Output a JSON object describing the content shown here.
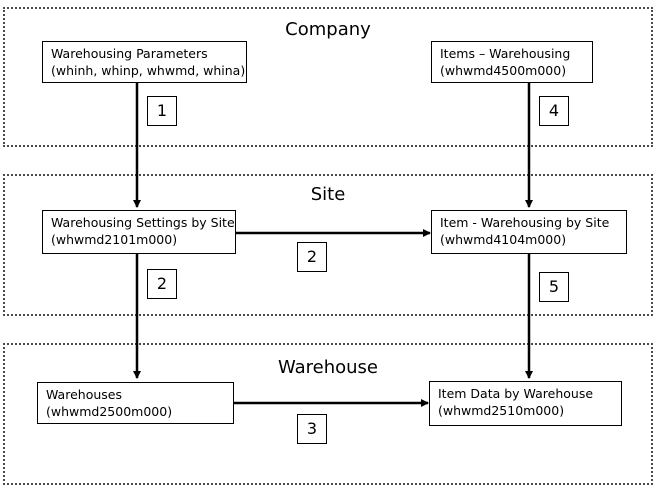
{
  "zones": {
    "company": {
      "title": "Company"
    },
    "site": {
      "title": "Site"
    },
    "warehouse": {
      "title": "Warehouse"
    }
  },
  "boxes": {
    "warehousing_parameters": {
      "line1": "Warehousing Parameters",
      "line2": "(whinh, whinp, whwmd, whina)"
    },
    "items_warehousing": {
      "line1": "Items – Warehousing",
      "line2": "(whwmd4500m000)"
    },
    "warehousing_settings_by_site": {
      "line1": "Warehousing Settings by Site",
      "line2": "(whwmd2101m000)"
    },
    "item_warehousing_by_site": {
      "line1": "Item - Warehousing by Site",
      "line2": "(whwmd4104m000)"
    },
    "warehouses": {
      "line1": "Warehouses",
      "line2": "(whwmd2500m000)"
    },
    "item_data_by_warehouse": {
      "line1": "Item Data by Warehouse",
      "line2": "(whwmd2510m000)"
    }
  },
  "steps": {
    "params_to_site_settings": "1",
    "items_to_item_by_site": "4",
    "site_settings_to_item_by_site": "2",
    "site_settings_to_warehouses": "2",
    "item_by_site_to_item_by_warehouse": "5",
    "warehouses_to_item_by_warehouse": "3"
  },
  "colors": {
    "border": "#000000",
    "zone_border": "#4a4a4a",
    "background": "#ffffff",
    "arrow": "#000000"
  }
}
